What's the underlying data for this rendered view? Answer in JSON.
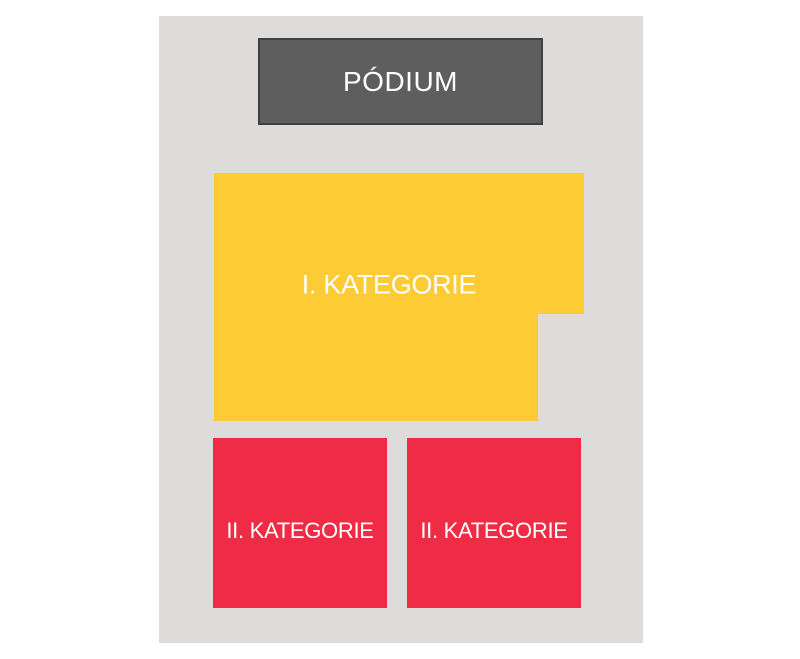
{
  "stage": {
    "label": "PÓDIUM"
  },
  "zones": {
    "category_1": {
      "label": "I. KATEGORIE"
    },
    "category_2_left": {
      "label": "II. KATEGORIE"
    },
    "category_2_right": {
      "label": "II. KATEGORIE"
    }
  },
  "colors": {
    "floor": "#dedcda",
    "stage": "#5e5e5e",
    "stage_border": "#3f3f3f",
    "category_1": "#fdcb33",
    "category_2": "#f02b46"
  }
}
